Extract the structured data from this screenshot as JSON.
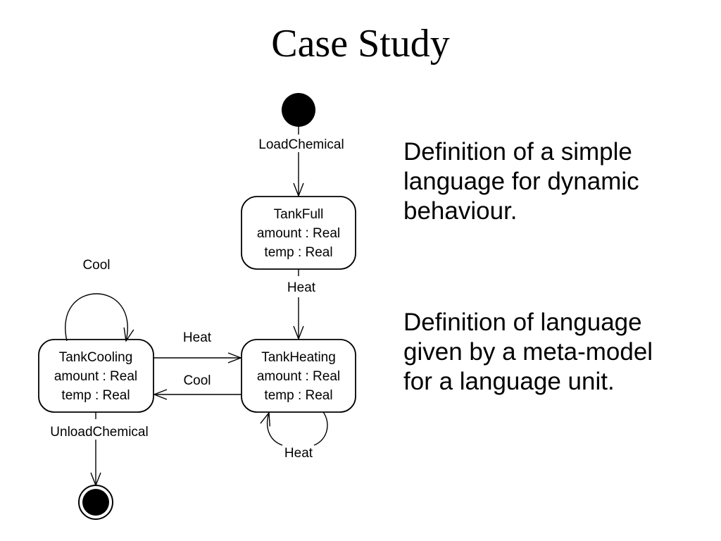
{
  "slide": {
    "title": "Case Study",
    "paragraphs": [
      [
        "Definition of a simple",
        "language for dynamic",
        "behaviour."
      ],
      [
        "Definition of language",
        "given by a meta-model",
        "for a language unit."
      ]
    ]
  },
  "diagram": {
    "states": {
      "tank_full": {
        "name": "TankFull",
        "attrs": [
          "amount : Real",
          "temp : Real"
        ]
      },
      "tank_heating": {
        "name": "TankHeating",
        "attrs": [
          "amount : Real",
          "temp : Real"
        ]
      },
      "tank_cooling": {
        "name": "TankCooling",
        "attrs": [
          "amount : Real",
          "temp : Real"
        ]
      }
    },
    "transitions": {
      "load": "LoadChemical",
      "full_to_heating": "Heat",
      "cooling_to_heating": "Heat",
      "heating_to_cooling": "Cool",
      "heating_self": "Heat",
      "cooling_self": "Cool",
      "unload": "UnloadChemical"
    }
  }
}
